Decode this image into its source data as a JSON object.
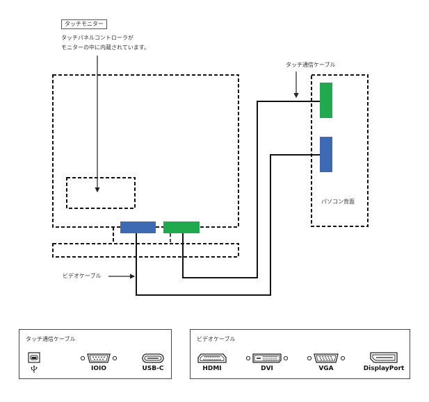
{
  "labels": {
    "touch_monitor_tag": "タッチモニター",
    "monitor_note_line1": "タッチパネルコントローラが",
    "monitor_note_line2": "モニターの中に内蔵されています。",
    "touch_cable": "タッチ通信ケーブル",
    "pc_back": "パソコン背面",
    "video_cable": "ビデオケーブル"
  },
  "colors": {
    "video_connector": "#3d6ab3",
    "touch_connector": "#22a94f",
    "line": "#111111",
    "dashed": "#111111"
  },
  "legend": {
    "touch": {
      "title": "タッチ通信ケーブル",
      "connectors": [
        {
          "name": "USB-B",
          "label": "",
          "icon": "usb-b-icon",
          "sublabel_icon": "usb-symbol-icon"
        },
        {
          "name": "RS-232C",
          "label": "IOIO",
          "icon": "serial-db9-icon"
        },
        {
          "name": "USB-C",
          "label": "USB-C",
          "icon": "usb-c-icon"
        }
      ]
    },
    "video": {
      "title": "ビデオケーブル",
      "connectors": [
        {
          "name": "HDMI",
          "label": "HDMI",
          "icon": "hdmi-icon"
        },
        {
          "name": "DVI",
          "label": "DVI",
          "icon": "dvi-icon"
        },
        {
          "name": "VGA",
          "label": "VGA",
          "icon": "vga-icon"
        },
        {
          "name": "DisplayPort",
          "label": "DisplayPort",
          "icon": "displayport-icon"
        }
      ]
    }
  }
}
